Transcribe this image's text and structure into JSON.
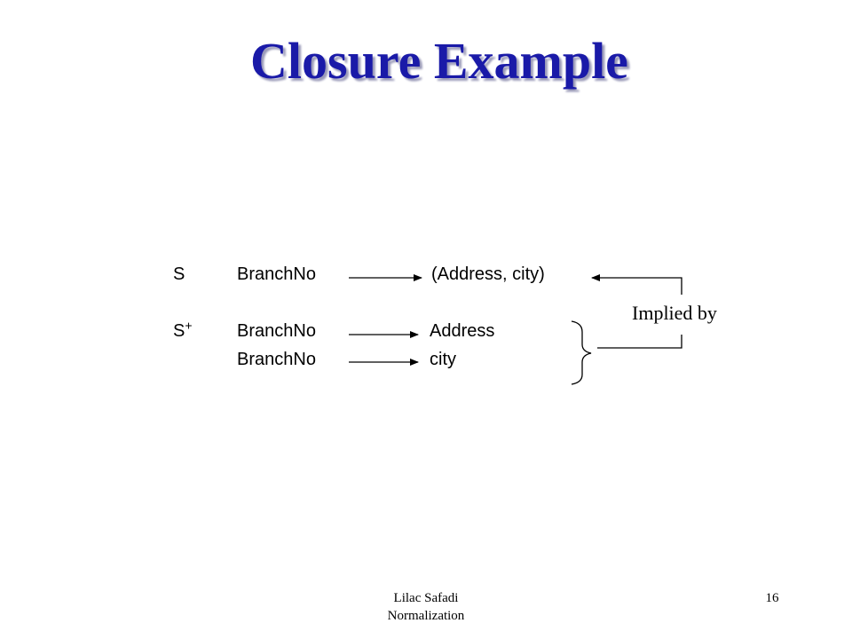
{
  "title": "Closure Example",
  "rows": {
    "s": {
      "symbol": "S",
      "lhs": "BranchNo",
      "rhs": "(Address, city)"
    },
    "splus": {
      "symbol": "S",
      "sup": "+",
      "items": [
        {
          "lhs": "BranchNo",
          "rhs": "Address"
        },
        {
          "lhs": "BranchNo",
          "rhs": "city"
        }
      ]
    }
  },
  "annotation": "Implied by",
  "footer": {
    "author": "Lilac Safadi",
    "topic": "Normalization",
    "page": "16"
  }
}
